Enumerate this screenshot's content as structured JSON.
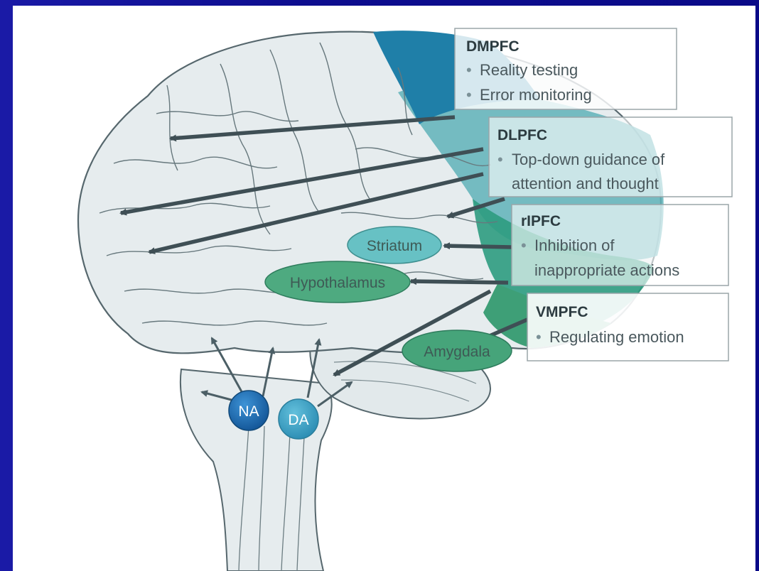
{
  "regions": [
    {
      "name": "DMPFC",
      "items": [
        "Reality testing",
        "Error monitoring"
      ]
    },
    {
      "name": "DLPFC",
      "items": [
        "Top-down guidance of",
        "attention and thought"
      ]
    },
    {
      "name": "rIPFC",
      "items": [
        "Inhibition of",
        "inappropriate actions"
      ]
    },
    {
      "name": "VMPFC",
      "items": [
        "Regulating emotion"
      ]
    }
  ],
  "structures": {
    "striatum": "Striatum",
    "hypothalamus": "Hypothalamus",
    "amygdala": "Amygdala"
  },
  "nuclei": {
    "na": "NA",
    "da": "DA"
  },
  "colors": {
    "background": "#0d0d8f",
    "dmpfc": "#1f7fa8",
    "dlpfc": "#5fb3b8",
    "rlpfc": "#2e9c80",
    "vmpfc": "#3e9f77",
    "brain": "#e6ecee",
    "arrow": "#3f4f55",
    "na_node": "#1f6fb8",
    "da_node": "#3aa3c9"
  }
}
